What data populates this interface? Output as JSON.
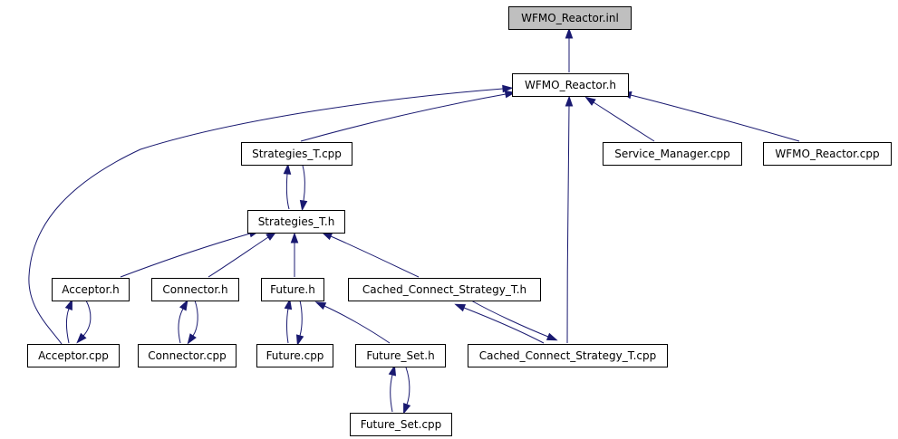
{
  "graph": {
    "nodes": [
      {
        "id": "wfmo_inl",
        "label": "WFMO_Reactor.inl",
        "root": true
      },
      {
        "id": "wfmo_h",
        "label": "WFMO_Reactor.h"
      },
      {
        "id": "strategies_cpp",
        "label": "Strategies_T.cpp"
      },
      {
        "id": "service_manager_cpp",
        "label": "Service_Manager.cpp"
      },
      {
        "id": "wfmo_cpp",
        "label": "WFMO_Reactor.cpp"
      },
      {
        "id": "strategies_h",
        "label": "Strategies_T.h"
      },
      {
        "id": "acceptor_h",
        "label": "Acceptor.h"
      },
      {
        "id": "connector_h",
        "label": "Connector.h"
      },
      {
        "id": "future_h",
        "label": "Future.h"
      },
      {
        "id": "cached_h",
        "label": "Cached_Connect_Strategy_T.h"
      },
      {
        "id": "acceptor_cpp",
        "label": "Acceptor.cpp"
      },
      {
        "id": "connector_cpp",
        "label": "Connector.cpp"
      },
      {
        "id": "future_cpp",
        "label": "Future.cpp"
      },
      {
        "id": "future_set_h",
        "label": "Future_Set.h"
      },
      {
        "id": "cached_cpp",
        "label": "Cached_Connect_Strategy_T.cpp"
      },
      {
        "id": "future_set_cpp",
        "label": "Future_Set.cpp"
      }
    ],
    "edges": [
      {
        "from": "wfmo_h",
        "to": "wfmo_inl"
      },
      {
        "from": "strategies_cpp",
        "to": "wfmo_h"
      },
      {
        "from": "service_manager_cpp",
        "to": "wfmo_h"
      },
      {
        "from": "wfmo_cpp",
        "to": "wfmo_h"
      },
      {
        "from": "acceptor_cpp",
        "to": "wfmo_h"
      },
      {
        "from": "cached_cpp",
        "to": "wfmo_h"
      },
      {
        "from": "strategies_h",
        "to": "strategies_cpp"
      },
      {
        "from": "strategies_cpp",
        "to": "strategies_h"
      },
      {
        "from": "acceptor_h",
        "to": "strategies_h"
      },
      {
        "from": "connector_h",
        "to": "strategies_h"
      },
      {
        "from": "future_h",
        "to": "strategies_h"
      },
      {
        "from": "cached_h",
        "to": "strategies_h"
      },
      {
        "from": "acceptor_cpp",
        "to": "acceptor_h"
      },
      {
        "from": "acceptor_h",
        "to": "acceptor_cpp"
      },
      {
        "from": "connector_cpp",
        "to": "connector_h"
      },
      {
        "from": "connector_h",
        "to": "connector_cpp"
      },
      {
        "from": "future_cpp",
        "to": "future_h"
      },
      {
        "from": "future_h",
        "to": "future_cpp"
      },
      {
        "from": "future_set_h",
        "to": "future_h"
      },
      {
        "from": "cached_cpp",
        "to": "cached_h"
      },
      {
        "from": "cached_h",
        "to": "cached_cpp"
      },
      {
        "from": "future_set_cpp",
        "to": "future_set_h"
      },
      {
        "from": "future_set_h",
        "to": "future_set_cpp"
      }
    ]
  }
}
